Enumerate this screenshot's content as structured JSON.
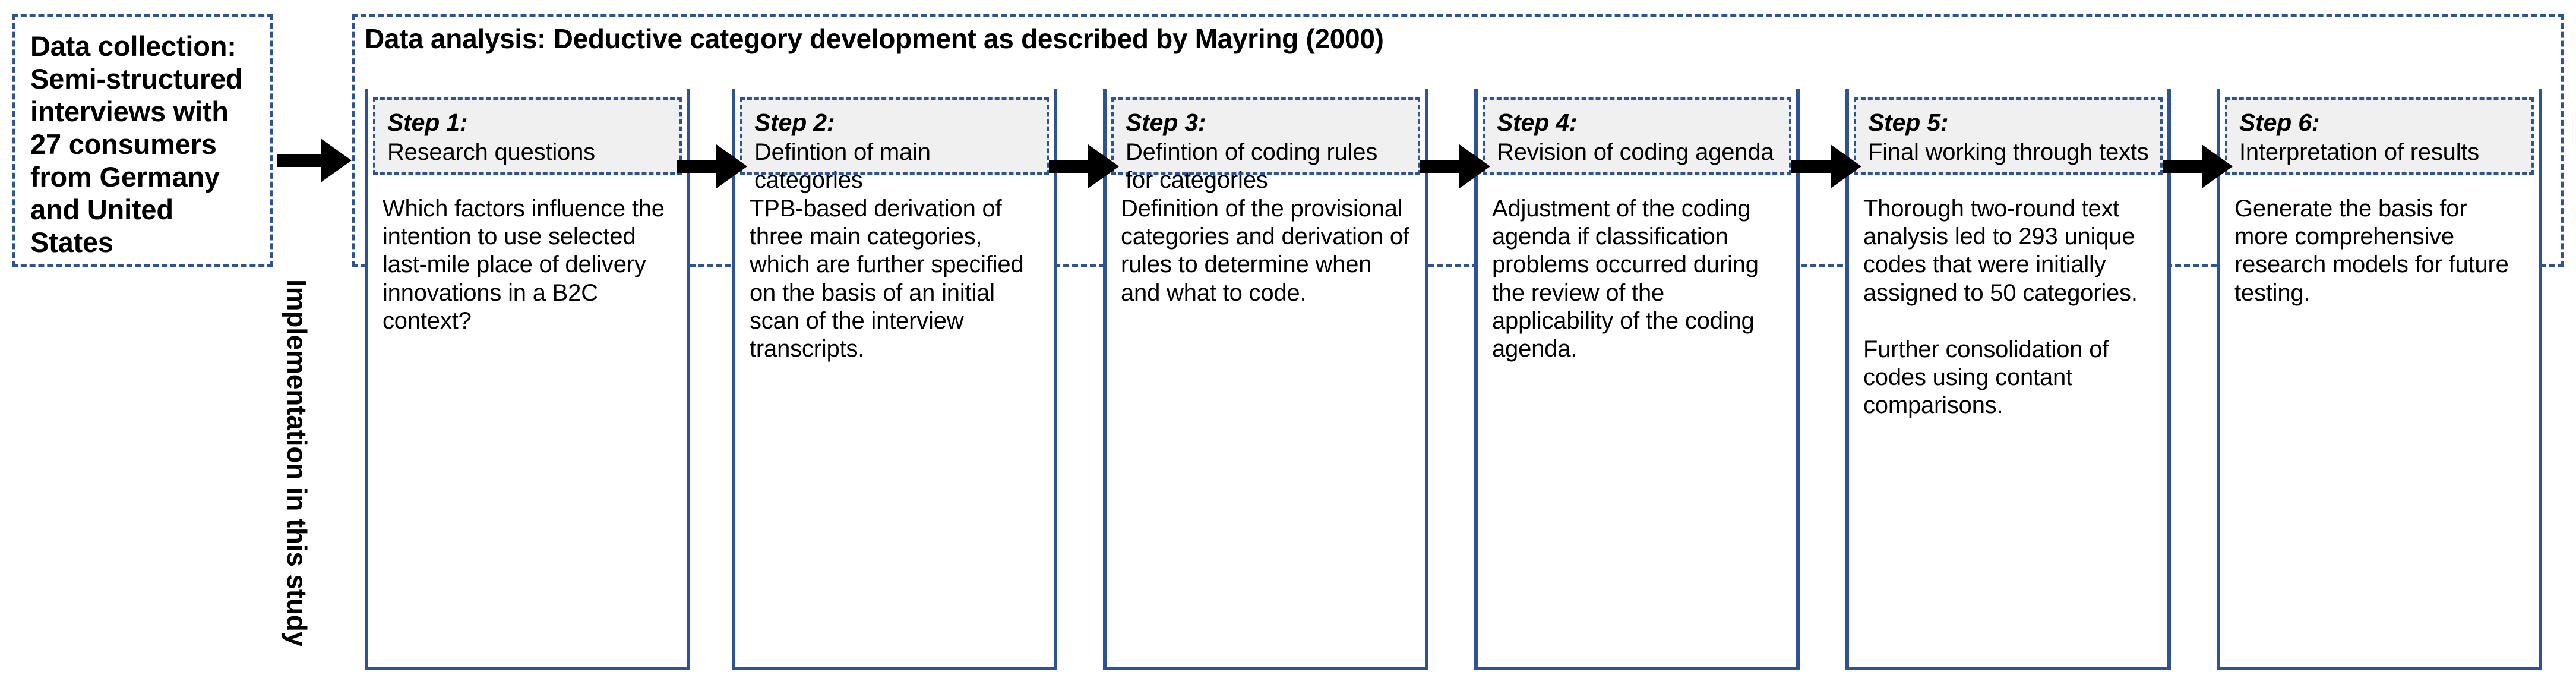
{
  "colors": {
    "border_blue": "#2E5395",
    "step_fill": "#F0F0F0",
    "text": "#000000",
    "background": "#FFFFFF"
  },
  "collection": {
    "name": "data-collection-box",
    "text": "Data collection: Semi-structured interviews with 27 consumers from Germany and United States"
  },
  "analysis": {
    "title": "Data analysis: Deductive category development as described by Mayring (2000)"
  },
  "vertical_label": {
    "text": "Implementation in this study"
  },
  "steps": [
    {
      "num": "Step 1:",
      "title": "Research questions",
      "body": [
        "Which factors influence the intention to use selected last-mile place of delivery innovations in a B2C context?"
      ]
    },
    {
      "num": "Step 2:",
      "title": "Defintion of main categories",
      "body": [
        "TPB-based derivation of three main categories, which are further specified on the basis of an initial scan of the interview transcripts."
      ]
    },
    {
      "num": "Step 3:",
      "title": "Defintion of coding rules for categories",
      "body": [
        "Definition of the provisional categories and derivation of rules to determine when and what to code."
      ]
    },
    {
      "num": "Step 4:",
      "title": "Revision of coding agenda",
      "body": [
        "Adjustment of the coding agenda if classification problems occurred during the review of the applicability of the coding agenda."
      ]
    },
    {
      "num": "Step 5:",
      "title": "Final working through texts",
      "body": [
        "Thorough two-round text analysis led to 293 unique codes that were initially assigned to 50 categories.",
        "Further consolidation of codes using contant comparisons."
      ]
    },
    {
      "num": "Step 6:",
      "title": "Interpretation of results",
      "body": [
        "Generate the basis for more comprehensive research models for future testing."
      ]
    }
  ],
  "arrows": [
    {
      "name": "arrow-collection-to-analysis"
    },
    {
      "name": "arrow-step-1-to-2"
    },
    {
      "name": "arrow-step-2-to-3"
    },
    {
      "name": "arrow-step-3-to-4"
    },
    {
      "name": "arrow-step-4-to-5"
    },
    {
      "name": "arrow-step-5-to-6"
    }
  ]
}
